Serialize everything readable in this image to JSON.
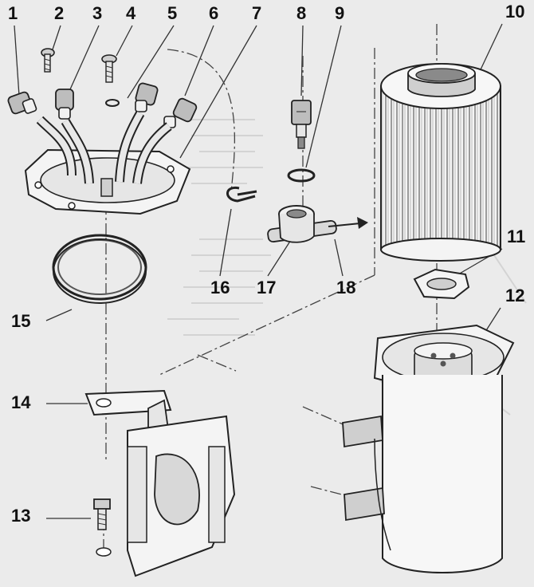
{
  "callouts": [
    "1",
    "2",
    "3",
    "4",
    "5",
    "6",
    "7",
    "8",
    "9",
    "10",
    "11",
    "12",
    "13",
    "14",
    "15",
    "16",
    "17",
    "18"
  ],
  "colors": {
    "background": "#ebebeb",
    "ink": "#222222",
    "fill_light": "#f7f7f7",
    "fill_mid": "#cfcfcf",
    "fill_dark": "#8a8a8a"
  }
}
